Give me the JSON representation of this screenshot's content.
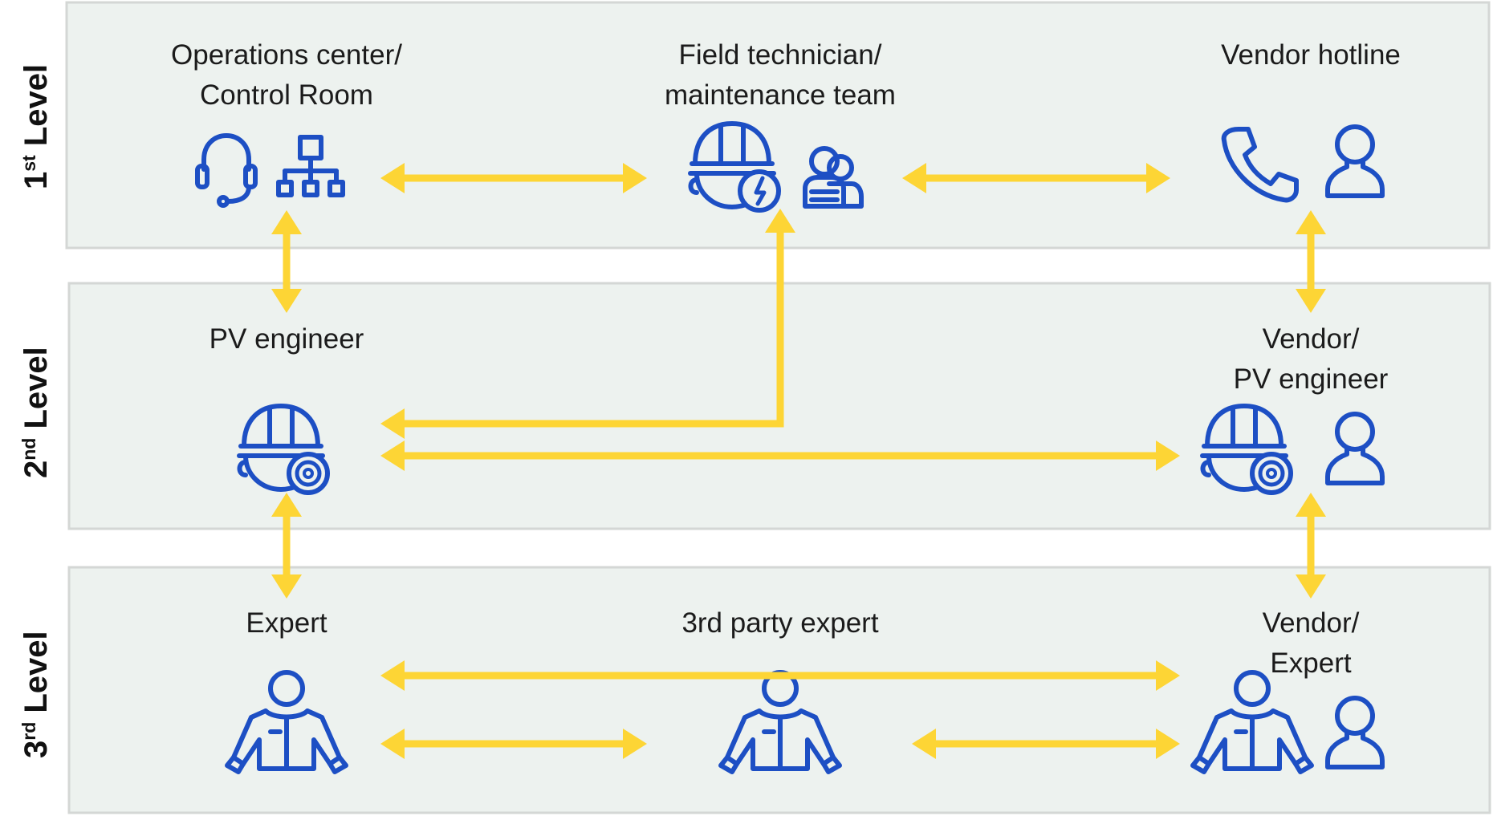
{
  "levels": [
    {
      "num": "1",
      "sup": "st",
      "word": "Level"
    },
    {
      "num": "2",
      "sup": "nd",
      "word": "Level"
    },
    {
      "num": "3",
      "sup": "rd",
      "word": "Level"
    }
  ],
  "nodes": {
    "operations_center": {
      "line1": "Operations center/",
      "line2": "Control Room"
    },
    "field_technician": {
      "line1": "Field technician/",
      "line2": "maintenance team"
    },
    "vendor_hotline": {
      "line1": "Vendor hotline"
    },
    "pv_engineer": {
      "line1": "PV engineer"
    },
    "vendor_pv_engineer": {
      "line1": "Vendor/",
      "line2": "PV engineer"
    },
    "expert": {
      "line1": "Expert"
    },
    "third_party_expert": {
      "line1": "3rd party expert"
    },
    "vendor_expert": {
      "line1": "Vendor/",
      "line2": "Expert"
    }
  },
  "colors": {
    "band_fill": "#edf2ef",
    "band_border": "#d4d7d5",
    "icon_blue": "#1d4fc4",
    "arrow_yellow": "#fdd535"
  },
  "icons": [
    "headset-icon",
    "org-chart-icon",
    "worker-helmet-bolt-icon",
    "worker-team-icon",
    "phone-icon",
    "person-icon",
    "engineer-helmet-gear-icon",
    "expert-jacket-icon"
  ]
}
